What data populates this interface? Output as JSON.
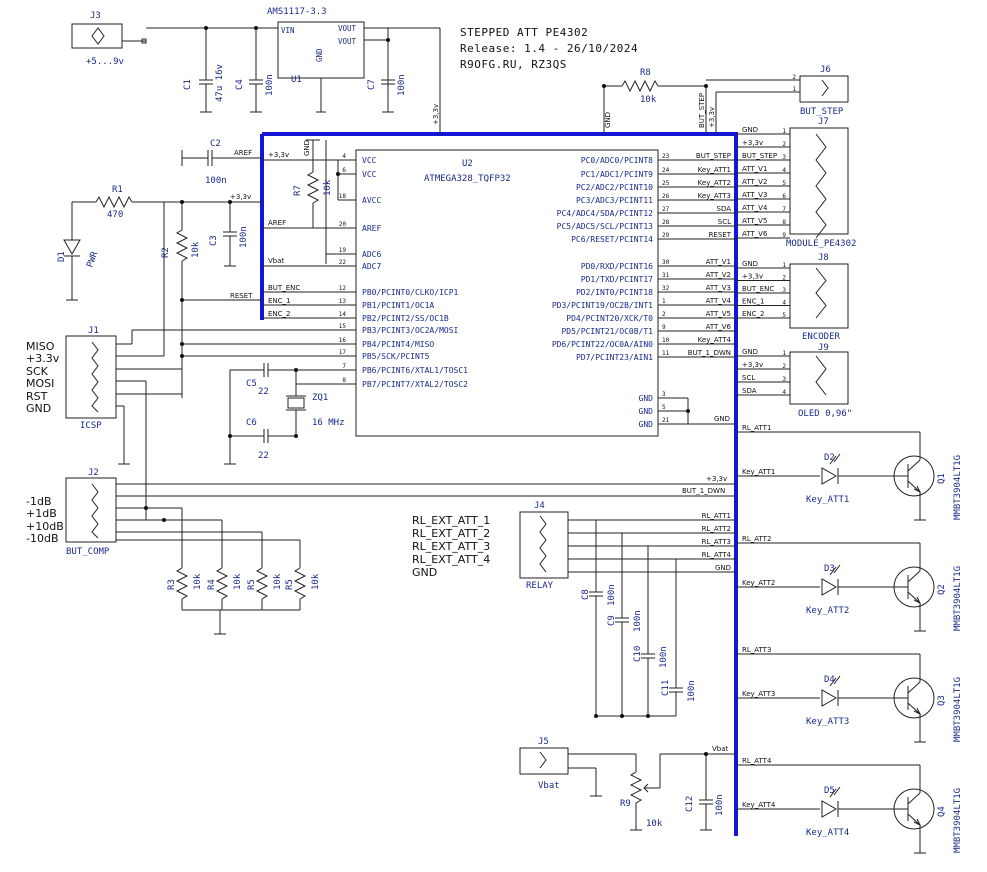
{
  "title": {
    "line1": "STEPPED ATT PE4302",
    "line2": "Release: 1.4 - 26/10/2024",
    "line3": "R9OFG.RU, RZ3QS"
  },
  "mcu": {
    "ref": "U2",
    "name": "ATMEGA328_TQFP32",
    "left_pins": [
      {
        "num": "4",
        "name": "VCC"
      },
      {
        "num": "6",
        "name": "VCC"
      },
      {
        "num": "18",
        "name": "AVCC"
      },
      {
        "num": "20",
        "name": "AREF"
      },
      {
        "num": "19",
        "name": "ADC6"
      },
      {
        "num": "22",
        "name": "ADC7"
      },
      {
        "num": "12",
        "name": "PB0/PCINT0/CLKO/ICP1"
      },
      {
        "num": "13",
        "name": "PB1/PCINT1/OC1A"
      },
      {
        "num": "14",
        "name": "PB2/PCINT2/SS/OC1B"
      },
      {
        "num": "15",
        "name": "PB3/PCINT3/OC2A/MOSI"
      },
      {
        "num": "16",
        "name": "PB4/PCINT4/MISO"
      },
      {
        "num": "17",
        "name": "PB5/SCK/PCINT5"
      },
      {
        "num": "7",
        "name": "PB6/PCINT6/XTAL1/TOSC1"
      },
      {
        "num": "8",
        "name": "PB7/PCINT7/XTAL2/TOSC2"
      }
    ],
    "right_pins": [
      {
        "num": "23",
        "name": "PC0/ADC0/PCINT8",
        "net": "BUT_STEP"
      },
      {
        "num": "24",
        "name": "PC1/ADC1/PCINT9",
        "net": "Key_ATT1"
      },
      {
        "num": "25",
        "name": "PC2/ADC2/PCINT10",
        "net": "Key_ATT2"
      },
      {
        "num": "26",
        "name": "PC3/ADC3/PCINT11",
        "net": "Key_ATT3"
      },
      {
        "num": "27",
        "name": "PC4/ADC4/SDA/PCINT12",
        "net": "SDA"
      },
      {
        "num": "28",
        "name": "PC5/ADC5/SCL/PCINT13",
        "net": "SCL"
      },
      {
        "num": "29",
        "name": "PC6/RESET/PCINT14",
        "net": "RESET"
      },
      {
        "num": "30",
        "name": "PD0/RXD/PCINT16",
        "net": "ATT_V1"
      },
      {
        "num": "31",
        "name": "PD1/TXD/PCINT17",
        "net": "ATT_V2"
      },
      {
        "num": "32",
        "name": "PD2/INT0/PCINT18",
        "net": "ATT_V3"
      },
      {
        "num": "1",
        "name": "PD3/PCINT19/OC2B/INT1",
        "net": "ATT_V4"
      },
      {
        "num": "2",
        "name": "PD4/PCINT20/XCK/T0",
        "net": "ATT_V5"
      },
      {
        "num": "9",
        "name": "PD5/PCINT21/OC0B/T1",
        "net": "ATT_V6"
      },
      {
        "num": "10",
        "name": "PD6/PCINT22/OC0A/AIN0",
        "net": "Key_ATT4"
      },
      {
        "num": "11",
        "name": "PD7/PCINT23/AIN1",
        "net": "BUT_1_DWN"
      }
    ],
    "gnd_pins": [
      {
        "num": "3",
        "name": "GND"
      },
      {
        "num": "5",
        "name": "GND"
      },
      {
        "num": "21",
        "name": "GND"
      }
    ]
  },
  "left_nets": {
    "aref": "AREF",
    "aref2": "AREF",
    "vbat": "Vbat",
    "but_enc": "BUT_ENC",
    "enc1": "ENC_1",
    "enc2": "ENC_2",
    "reset": "RESET",
    "p33": "+3,3v"
  },
  "components": {
    "j3": {
      "ref": "J3",
      "label": "+5...9v"
    },
    "u1": {
      "ref": "U1",
      "name": "AMS1117-3.3",
      "vin": "VIN",
      "vout1": "VOUT",
      "vout2": "VOUT",
      "gnd": "GND"
    },
    "c1": {
      "ref": "C1",
      "value": "47u 16v"
    },
    "c4": {
      "ref": "C4",
      "value": "100n"
    },
    "c7": {
      "ref": "C7",
      "value": "100n"
    },
    "c2": {
      "ref": "C2",
      "value": "100n"
    },
    "c3": {
      "ref": "C3",
      "value": "100n"
    },
    "r1": {
      "ref": "R1",
      "value": "470"
    },
    "d1": {
      "ref": "D1",
      "value": "PWR"
    },
    "r2": {
      "ref": "R2",
      "value": "10k"
    },
    "r7": {
      "ref": "R7",
      "value": "10k"
    },
    "r8": {
      "ref": "R8",
      "value": "10k"
    },
    "c5": {
      "ref": "C5",
      "value": "22"
    },
    "c6": {
      "ref": "C6",
      "value": "22"
    },
    "zq1": {
      "ref": "ZQ1",
      "value": "16 MHz"
    },
    "j1": {
      "ref": "J1",
      "label": "ICSP"
    },
    "j2": {
      "ref": "J2",
      "label": "BUT_COMP"
    },
    "r3": {
      "ref": "R3",
      "value": "10k"
    },
    "r4": {
      "ref": "R4",
      "value": "10k"
    },
    "r5a": {
      "ref": "R5",
      "value": "10k"
    },
    "r5b": {
      "ref": "R5",
      "value": "10k"
    },
    "j4": {
      "ref": "J4",
      "label": "RELAY"
    },
    "c8": {
      "ref": "C8",
      "value": "100n"
    },
    "c9": {
      "ref": "C9",
      "value": "100n"
    },
    "c10": {
      "ref": "C10",
      "value": "100n"
    },
    "c11": {
      "ref": "C11",
      "value": "100n"
    },
    "j5": {
      "ref": "J5",
      "label": "Vbat"
    },
    "r9": {
      "ref": "R9",
      "value": "10k"
    },
    "c12": {
      "ref": "C12",
      "value": "100n"
    },
    "j6": {
      "ref": "J6",
      "label": "BUT_STEP"
    },
    "j7": {
      "ref": "J7",
      "label": "MODULE_PE4302"
    },
    "j8": {
      "ref": "J8",
      "label": "ENCODER"
    },
    "j9": {
      "ref": "J9",
      "label": "OLED 0,96\""
    }
  },
  "j1_pins": [
    "MISO",
    "+3.3v",
    "SCK",
    "MOSI",
    "RST",
    "GND"
  ],
  "j2_pins": [
    "-1dB",
    "+1dB",
    "+10dB",
    "-10dB"
  ],
  "j4_pins": [
    "RL_EXT_ATT_1",
    "RL_EXT_ATT_2",
    "RL_EXT_ATT_3",
    "RL_EXT_ATT_4",
    "GND"
  ],
  "j7_nets": [
    "GND",
    "+3,3v",
    "BUT_STEP",
    "ATT_V1",
    "ATT_V2",
    "ATT_V3",
    "ATT_V4",
    "ATT_V5",
    "ATT_V6"
  ],
  "j8_nets": [
    "GND",
    "+3,3v",
    "BUT_ENC",
    "ENC_1",
    "ENC_2"
  ],
  "j9_nets": [
    "GND",
    "+3,3v",
    "SCL",
    "SDA"
  ],
  "j6_nets": [
    "BUT_STEP",
    "+3,3v"
  ],
  "bus_nets": {
    "p33": "+3,3v",
    "but_dwn": "BUT_1_DWN",
    "gnd": "GND",
    "rl1": "RL_ATT1",
    "rl2": "RL_ATT2",
    "rl3": "RL_ATT3",
    "rl4": "RL_ATT4",
    "vbat": "Vbat",
    "p33v": "+3,3v",
    "gndv": "GND",
    "butstepv": "BUT_STEP",
    "j4_1": "RL_ATT1",
    "j4_2": "RL_ATT2",
    "j4_3": "RL_ATT3",
    "j4_4": "RL_ATT4",
    "j4_5": "GND"
  },
  "drivers": [
    {
      "led": "D2",
      "led_label": "Key_ATT1",
      "net_in": "Key_ATT1",
      "net_out": "RL_ATT1",
      "q": "Q1",
      "q_part": "MMBT3904LT1G"
    },
    {
      "led": "D3",
      "led_label": "Key_ATT2",
      "net_in": "Key_ATT2",
      "net_out": "RL_ATT2",
      "q": "Q2",
      "q_part": "MMBT3904LT1G"
    },
    {
      "led": "D4",
      "led_label": "Key_ATT3",
      "net_in": "Key_ATT3",
      "net_out": "RL_ATT3",
      "q": "Q3",
      "q_part": "MMBT3904LT1G"
    },
    {
      "led": "D5",
      "led_label": "Key_ATT4",
      "net_in": "Key_ATT4",
      "net_out": "RL_ATT4",
      "q": "Q4",
      "q_part": "MMBT3904LT1G"
    }
  ]
}
